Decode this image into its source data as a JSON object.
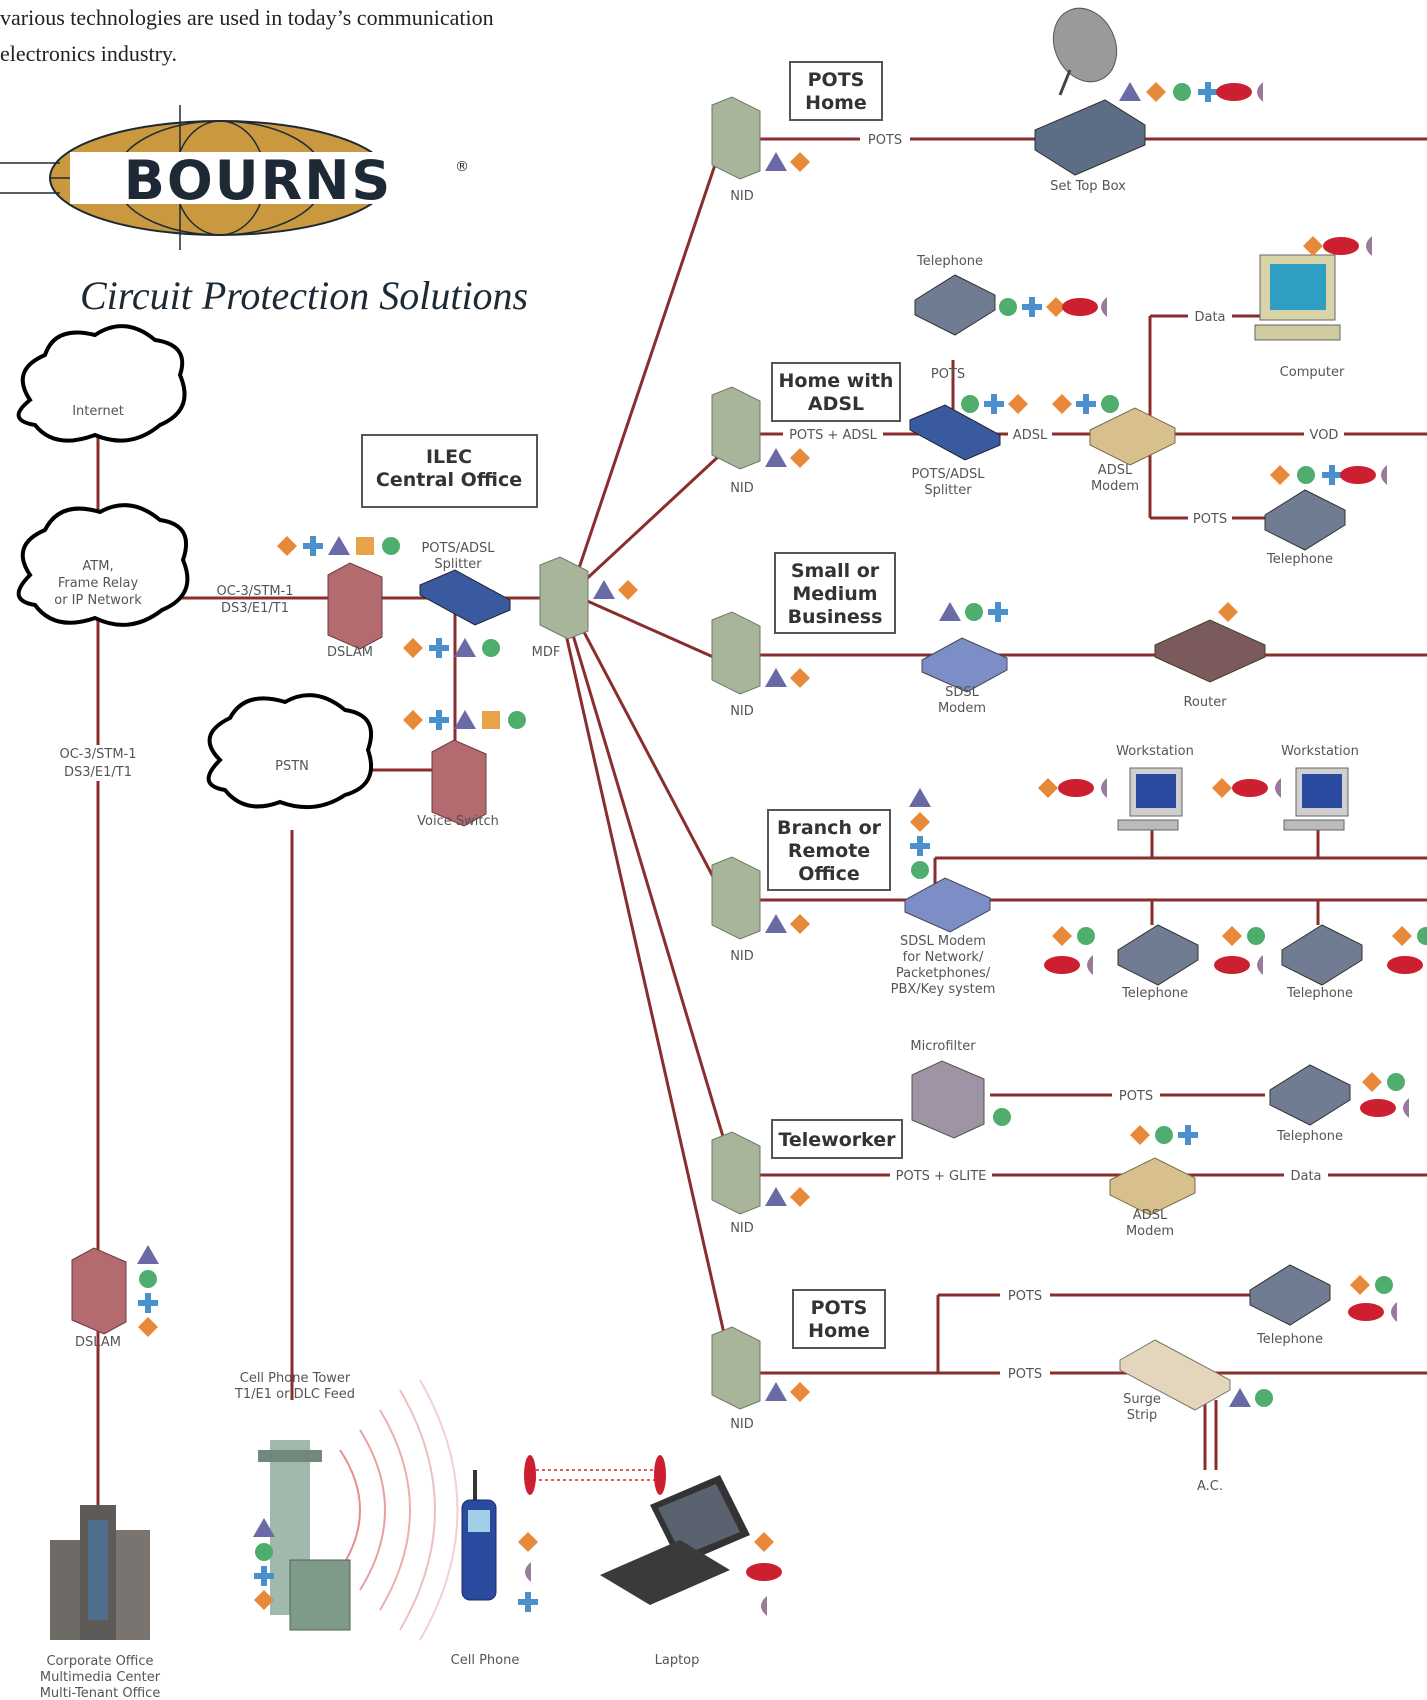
{
  "intro_lines": [
    "various technologies are used in today’s communication",
    "electronics industry."
  ],
  "logo": {
    "wordmark": "BOURNS",
    "registered": "®"
  },
  "tagline": "Circuit Protection Solutions",
  "colors": {
    "line": "#8a2d2d",
    "triangle": "#6a6aa6",
    "diamond": "#e8893a",
    "circle": "#4fae6e",
    "cross": "#4a90cc",
    "oval": "#cc1f2f",
    "halfmoon": "#9a7a9a",
    "square": "#e8a24a",
    "logo_gold": "#c9983f",
    "logo_navy": "#1d2a36"
  },
  "location_boxes": [
    {
      "id": "pots-home-1",
      "lines": [
        "POTS",
        "Home"
      ]
    },
    {
      "id": "home-adsl",
      "lines": [
        "Home with",
        "ADSL"
      ]
    },
    {
      "id": "ilec",
      "lines": [
        "ILEC",
        "Central Office"
      ]
    },
    {
      "id": "small-business",
      "lines": [
        "Small or",
        "Medium",
        "Business"
      ]
    },
    {
      "id": "branch-office",
      "lines": [
        "Branch or",
        "Remote",
        "Office"
      ]
    },
    {
      "id": "teleworker",
      "lines": [
        "Teleworker"
      ]
    },
    {
      "id": "pots-home-2",
      "lines": [
        "POTS",
        "Home"
      ]
    }
  ],
  "clouds": [
    {
      "id": "internet",
      "lines": [
        "Internet"
      ]
    },
    {
      "id": "atm",
      "lines": [
        "ATM,",
        "Frame Relay",
        "or IP Network"
      ]
    },
    {
      "id": "pstn",
      "lines": [
        "PSTN"
      ]
    }
  ],
  "device_labels": [
    {
      "id": "set-top-box",
      "lines": [
        "Set Top Box"
      ]
    },
    {
      "id": "telephone-adsl",
      "lines": [
        "Telephone"
      ]
    },
    {
      "id": "computer",
      "lines": [
        "Computer"
      ]
    },
    {
      "id": "pots-adsl-splitter-home",
      "lines": [
        "POTS/ADSL",
        "Splitter"
      ]
    },
    {
      "id": "adsl-modem-home",
      "lines": [
        "ADSL",
        "Modem"
      ]
    },
    {
      "id": "telephone-home-adsl",
      "lines": [
        "Telephone"
      ]
    },
    {
      "id": "pots-adsl-splitter-co",
      "lines": [
        "POTS/ADSL",
        "Splitter"
      ]
    },
    {
      "id": "dslam-co",
      "lines": [
        "DSLAM"
      ]
    },
    {
      "id": "mdf",
      "lines": [
        "MDF"
      ]
    },
    {
      "id": "voice-switch",
      "lines": [
        "Voice Switch"
      ]
    },
    {
      "id": "sdsl-modem-business",
      "lines": [
        "SDSL",
        "Modem"
      ]
    },
    {
      "id": "router",
      "lines": [
        "Router"
      ]
    },
    {
      "id": "workstation-1",
      "lines": [
        "Workstation"
      ]
    },
    {
      "id": "workstation-2",
      "lines": [
        "Workstation"
      ]
    },
    {
      "id": "sdsl-modem-branch",
      "lines": [
        "SDSL Modem",
        "for Network/",
        "Packetphones/",
        "PBX/Key system"
      ]
    },
    {
      "id": "telephone-branch-1",
      "lines": [
        "Telephone"
      ]
    },
    {
      "id": "telephone-branch-2",
      "lines": [
        "Telephone"
      ]
    },
    {
      "id": "microfilter",
      "lines": [
        "Microfilter"
      ]
    },
    {
      "id": "telephone-teleworker",
      "lines": [
        "Telephone"
      ]
    },
    {
      "id": "adsl-modem-teleworker",
      "lines": [
        "ADSL",
        "Modem"
      ]
    },
    {
      "id": "telephone-pots-home",
      "lines": [
        "Telephone"
      ]
    },
    {
      "id": "surge-strip",
      "lines": [
        "Surge",
        "Strip"
      ]
    },
    {
      "id": "ac",
      "lines": [
        "A.C."
      ]
    },
    {
      "id": "dslam-corporate",
      "lines": [
        "DSLAM"
      ]
    },
    {
      "id": "corporate",
      "lines": [
        "Corporate Office",
        "Multimedia Center",
        "Multi-Tenant Office"
      ]
    },
    {
      "id": "cell-tower",
      "lines": [
        "Cell Phone Tower",
        "T1/E1 or DLC Feed"
      ]
    },
    {
      "id": "cell-phone",
      "lines": [
        "Cell Phone"
      ]
    },
    {
      "id": "laptop",
      "lines": [
        "Laptop"
      ]
    }
  ],
  "nid_labels": [
    "NID",
    "NID",
    "NID",
    "NID",
    "NID",
    "NID"
  ],
  "link_labels": [
    {
      "id": "pots-1",
      "text": "POTS"
    },
    {
      "id": "pots-adsl",
      "text": "POTS + ADSL"
    },
    {
      "id": "adsl",
      "text": "ADSL"
    },
    {
      "id": "pots-vertical",
      "text": "POTS"
    },
    {
      "id": "data",
      "text": "Data"
    },
    {
      "id": "vod",
      "text": "VOD"
    },
    {
      "id": "pots-phone",
      "text": "POTS"
    },
    {
      "id": "oc3-a",
      "lines": [
        "OC-3/STM-1",
        "DS3/E1/T1"
      ]
    },
    {
      "id": "oc3-b",
      "lines": [
        "OC-3/STM-1",
        "DS3/E1/T1"
      ]
    },
    {
      "id": "pots-teleworker",
      "text": "POTS"
    },
    {
      "id": "pots-glite",
      "text": "POTS + GLITE"
    },
    {
      "id": "data-teleworker",
      "text": "Data"
    },
    {
      "id": "pots-home2-a",
      "text": "POTS"
    },
    {
      "id": "pots-home2-b",
      "text": "POTS"
    }
  ]
}
